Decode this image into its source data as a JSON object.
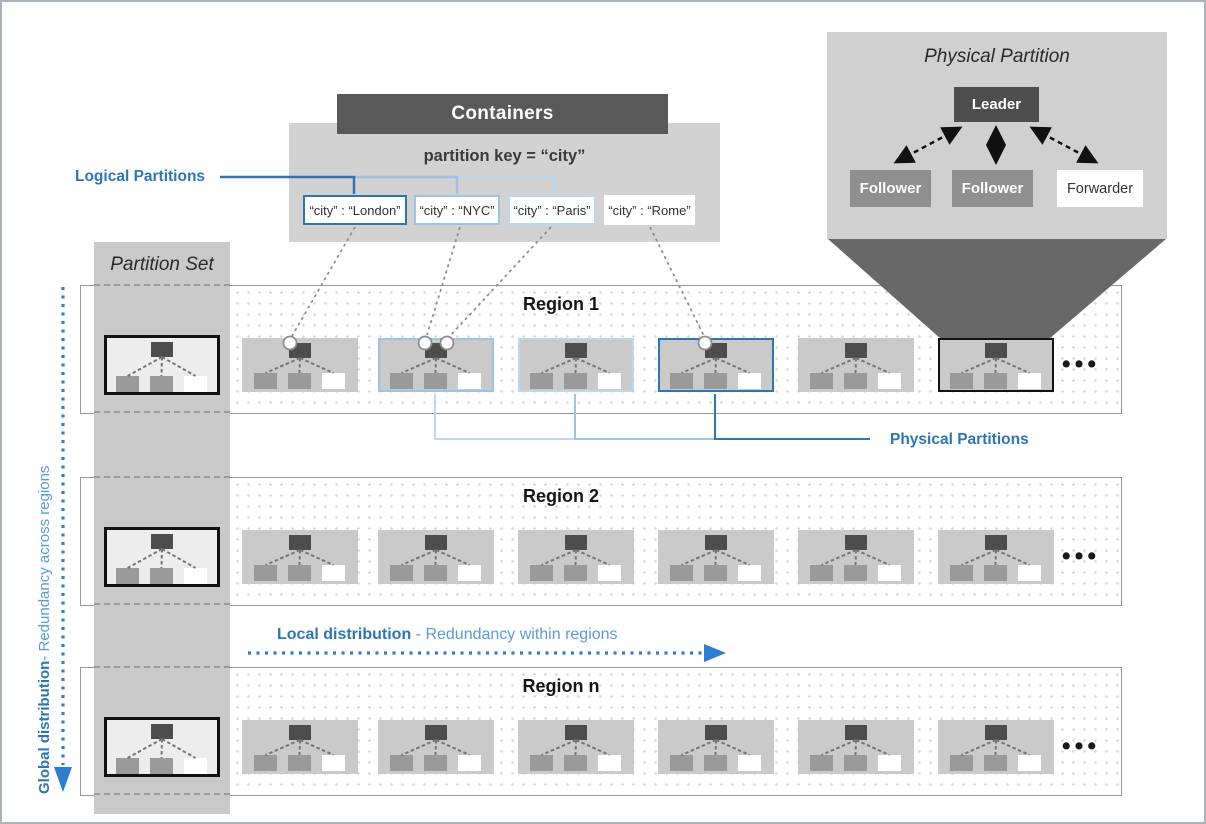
{
  "colors": {
    "accent_blue": "#2e75b6",
    "medium_blue": "#9dc3e6",
    "light_blue": "#bdd7ee",
    "soft_blue_text": "#5b9bd5",
    "header_gray": "#595959",
    "panel_gray": "#d2d2d2",
    "column_gray": "#c9c9c9",
    "mini_gray": "#cacaca",
    "leader_gray": "#4d4d4d",
    "follower_gray": "#8f8f8f",
    "funnel_gray": "#686868",
    "band_border_gray": "#999999",
    "dot_gray": "#d6d6d6",
    "black": "#111111"
  },
  "containers": {
    "title": "Containers",
    "partition_key": "partition key = “city”"
  },
  "logical_partitions": [
    {
      "label": "“city” : “London”",
      "accent": "dark"
    },
    {
      "label": "“city” : “NYC”",
      "accent": "medium"
    },
    {
      "label": "“city” : “Paris”",
      "accent": "light"
    },
    {
      "label": "“city” : “Rome”",
      "accent": "none"
    }
  ],
  "physical_partition": {
    "title": "Physical Partition",
    "leader": "Leader",
    "follower1": "Follower",
    "follower2": "Follower",
    "forwarder": "Forwarder"
  },
  "partition_set": {
    "title": "Partition Set"
  },
  "regions": [
    {
      "title": "Region 1",
      "partitions": [
        {
          "circles": 1
        },
        {
          "border": "medium",
          "circles": 2
        },
        {
          "border": "light",
          "circles": 0
        },
        {
          "border": "dark",
          "circles": 1
        },
        {
          "circles": 0
        },
        {
          "border": "black",
          "circles": 0
        }
      ],
      "ellipsis": "•••"
    },
    {
      "title": "Region 2",
      "partitions": [
        {},
        {},
        {},
        {},
        {},
        {}
      ],
      "ellipsis": "•••"
    },
    {
      "title": "Region n",
      "partitions": [
        {},
        {},
        {},
        {},
        {},
        {}
      ],
      "ellipsis": "•••"
    }
  ],
  "annotations": {
    "logical_partitions": "Logical Partitions",
    "physical_partitions": "Physical Partitions",
    "local_bold": "Local distribution",
    "local_rest": " - Redundancy within regions",
    "global_bold": "Global distribution",
    "global_rest": " - Redundancy across regions"
  }
}
